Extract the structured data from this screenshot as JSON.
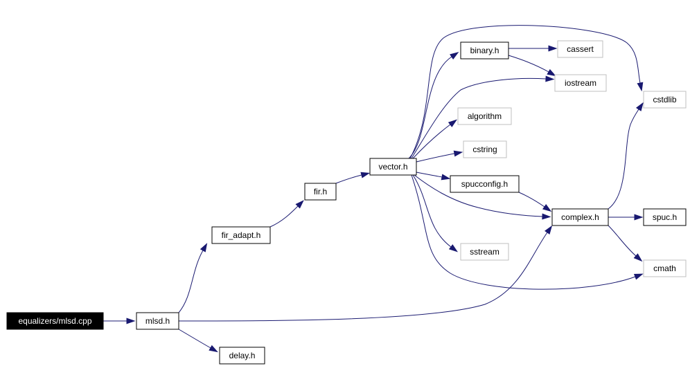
{
  "colors": {
    "edge": "#191970",
    "root_fill": "#000000",
    "root_text": "#ffffff",
    "node_border": "#000000",
    "external_border": "#bfbfbf",
    "node_fill": "#ffffff",
    "node_text": "#000000"
  },
  "nodes": [
    {
      "id": "equalizers_mlsd_cpp",
      "label": "equalizers/mlsd.cpp",
      "kind": "root"
    },
    {
      "id": "mlsd_h",
      "label": "mlsd.h",
      "kind": "file"
    },
    {
      "id": "fir_adapt_h",
      "label": "fir_adapt.h",
      "kind": "file"
    },
    {
      "id": "delay_h",
      "label": "delay.h",
      "kind": "file"
    },
    {
      "id": "fir_h",
      "label": "fir.h",
      "kind": "file"
    },
    {
      "id": "vector_h",
      "label": "vector.h",
      "kind": "file"
    },
    {
      "id": "binary_h",
      "label": "binary.h",
      "kind": "file"
    },
    {
      "id": "algorithm",
      "label": "algorithm",
      "kind": "external"
    },
    {
      "id": "cstring",
      "label": "cstring",
      "kind": "external"
    },
    {
      "id": "spucconfig_h",
      "label": "spucconfig.h",
      "kind": "file"
    },
    {
      "id": "sstream",
      "label": "sstream",
      "kind": "external"
    },
    {
      "id": "cassert",
      "label": "cassert",
      "kind": "external"
    },
    {
      "id": "iostream",
      "label": "iostream",
      "kind": "external"
    },
    {
      "id": "complex_h",
      "label": "complex.h",
      "kind": "file"
    },
    {
      "id": "cstdlib",
      "label": "cstdlib",
      "kind": "external"
    },
    {
      "id": "spuc_h",
      "label": "spuc.h",
      "kind": "file"
    },
    {
      "id": "cmath",
      "label": "cmath",
      "kind": "external"
    }
  ],
  "edges": [
    {
      "from": "equalizers_mlsd_cpp",
      "to": "mlsd_h"
    },
    {
      "from": "mlsd_h",
      "to": "fir_adapt_h"
    },
    {
      "from": "mlsd_h",
      "to": "complex_h"
    },
    {
      "from": "mlsd_h",
      "to": "delay_h"
    },
    {
      "from": "fir_adapt_h",
      "to": "fir_h"
    },
    {
      "from": "fir_h",
      "to": "vector_h"
    },
    {
      "from": "vector_h",
      "to": "binary_h"
    },
    {
      "from": "vector_h",
      "to": "cstdlib"
    },
    {
      "from": "vector_h",
      "to": "iostream"
    },
    {
      "from": "vector_h",
      "to": "algorithm"
    },
    {
      "from": "vector_h",
      "to": "cstring"
    },
    {
      "from": "vector_h",
      "to": "spucconfig_h"
    },
    {
      "from": "vector_h",
      "to": "complex_h"
    },
    {
      "from": "vector_h",
      "to": "sstream"
    },
    {
      "from": "vector_h",
      "to": "cmath"
    },
    {
      "from": "binary_h",
      "to": "cassert"
    },
    {
      "from": "binary_h",
      "to": "iostream"
    },
    {
      "from": "spucconfig_h",
      "to": "complex_h"
    },
    {
      "from": "complex_h",
      "to": "cstdlib"
    },
    {
      "from": "complex_h",
      "to": "spuc_h"
    },
    {
      "from": "complex_h",
      "to": "cmath"
    }
  ]
}
